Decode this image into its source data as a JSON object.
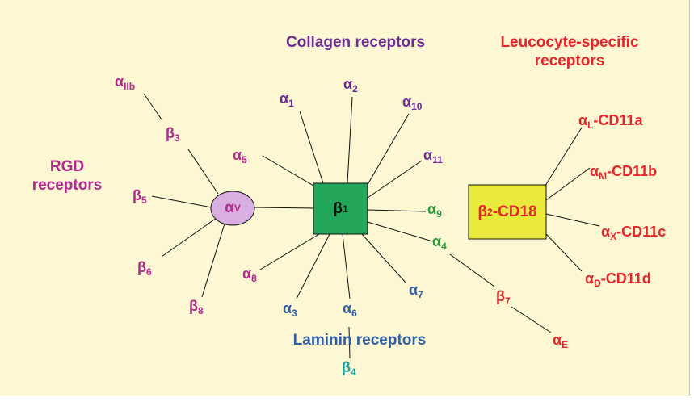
{
  "colors": {
    "background": "#fdf8d3",
    "magenta": "#b5288d",
    "purple": "#6a2c91",
    "green": "#2a9a3a",
    "blue": "#2f5fa8",
    "red": "#e8242b",
    "teal": "#1fa3a3",
    "beta1_fill": "#22a65a",
    "alphaV_fill": "#d9aee0",
    "beta2_fill": "#eaea3c"
  },
  "headings": {
    "rgd": "RGD receptors",
    "collagen": "Collagen receptors",
    "leucocyte": "Leucocyte-specific receptors",
    "laminin": "Laminin receptors"
  },
  "nodes": {
    "beta1": {
      "sym": "β",
      "sub": "1",
      "suffix": ""
    },
    "alphaV": {
      "sym": "α",
      "sub": "V",
      "suffix": ""
    },
    "beta2": {
      "sym": "β",
      "sub": "2",
      "suffix": "-CD18"
    }
  },
  "labels": {
    "aIIb": {
      "sym": "α",
      "sub": "IIb",
      "suffix": ""
    },
    "b3": {
      "sym": "β",
      "sub": "3",
      "suffix": ""
    },
    "b5": {
      "sym": "β",
      "sub": "5",
      "suffix": ""
    },
    "b6": {
      "sym": "β",
      "sub": "6",
      "suffix": ""
    },
    "b8": {
      "sym": "β",
      "sub": "8",
      "suffix": ""
    },
    "a5": {
      "sym": "α",
      "sub": "5",
      "suffix": ""
    },
    "a8": {
      "sym": "α",
      "sub": "8",
      "suffix": ""
    },
    "a1": {
      "sym": "α",
      "sub": "1",
      "suffix": ""
    },
    "a2": {
      "sym": "α",
      "sub": "2",
      "suffix": ""
    },
    "a10": {
      "sym": "α",
      "sub": "10",
      "suffix": ""
    },
    "a11": {
      "sym": "α",
      "sub": "11",
      "suffix": ""
    },
    "a9": {
      "sym": "α",
      "sub": "9",
      "suffix": ""
    },
    "a4": {
      "sym": "α",
      "sub": "4",
      "suffix": ""
    },
    "a7": {
      "sym": "α",
      "sub": "7",
      "suffix": ""
    },
    "a3": {
      "sym": "α",
      "sub": "3",
      "suffix": ""
    },
    "a6": {
      "sym": "α",
      "sub": "6",
      "suffix": ""
    },
    "b4": {
      "sym": "β",
      "sub": "4",
      "suffix": ""
    },
    "b7": {
      "sym": "β",
      "sub": "7",
      "suffix": ""
    },
    "aE": {
      "sym": "α",
      "sub": "E",
      "suffix": ""
    },
    "aL": {
      "sym": "α",
      "sub": "L",
      "suffix": "-CD11a"
    },
    "aM": {
      "sym": "α",
      "sub": "M",
      "suffix": "-CD11b"
    },
    "aX": {
      "sym": "α",
      "sub": "X",
      "suffix": "-CD11c"
    },
    "aD": {
      "sym": "α",
      "sub": "D",
      "suffix": "-CD11d"
    }
  }
}
